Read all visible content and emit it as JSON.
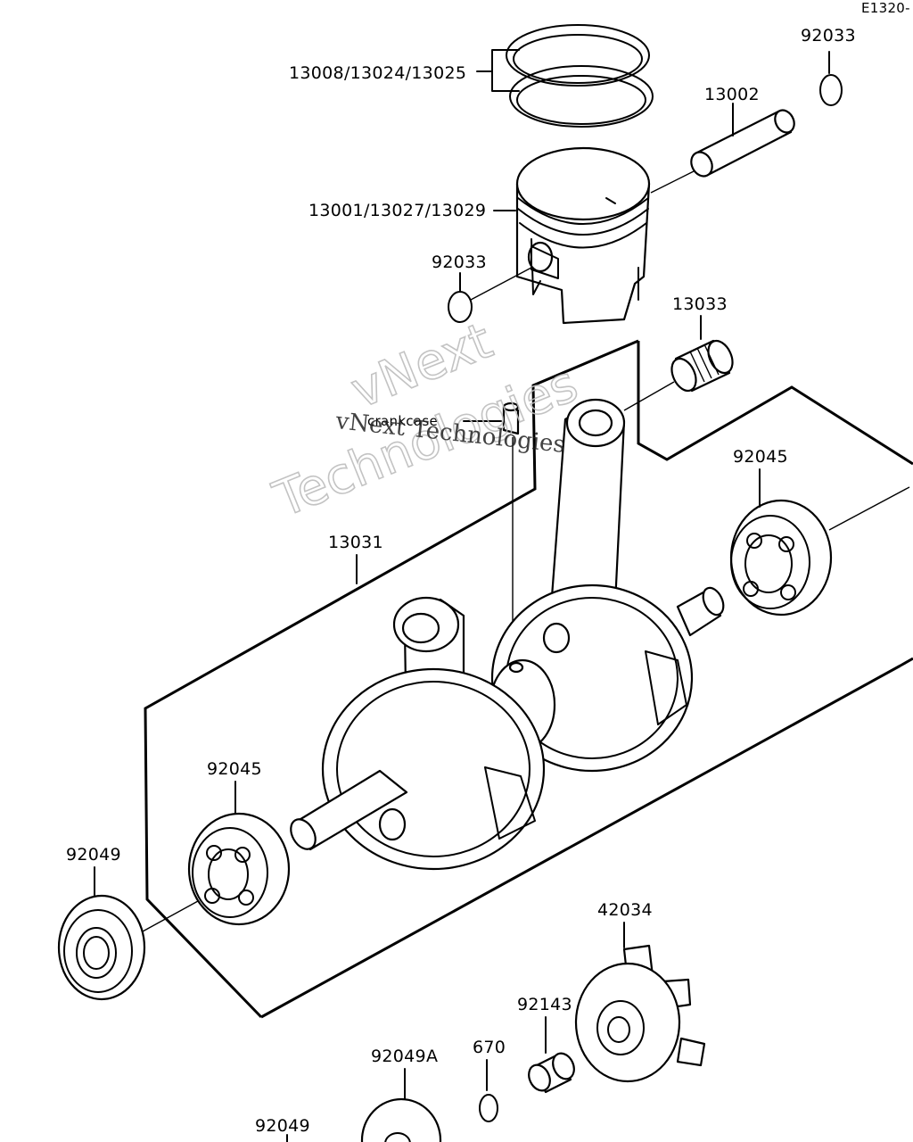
{
  "diagram": {
    "reference_code": "E1320-",
    "parts": {
      "p92033_top": "92033",
      "p13008": "13008/13024/13025",
      "p13002": "13002",
      "p13001": "13001/13027/13029",
      "p92033_mid": "92033",
      "p13033": "13033",
      "p_crankcase": "crankcase",
      "p92045_right": "92045",
      "p13031": "13031",
      "p92045_left": "92045",
      "p92049_left": "92049",
      "p42034": "42034",
      "p92143": "92143",
      "p670": "670",
      "p92049A": "92049A",
      "p92049_bottom": "92049"
    },
    "watermark": {
      "line1": "vNext",
      "line2": "Technologies",
      "inline": "vNext Technologies"
    }
  }
}
